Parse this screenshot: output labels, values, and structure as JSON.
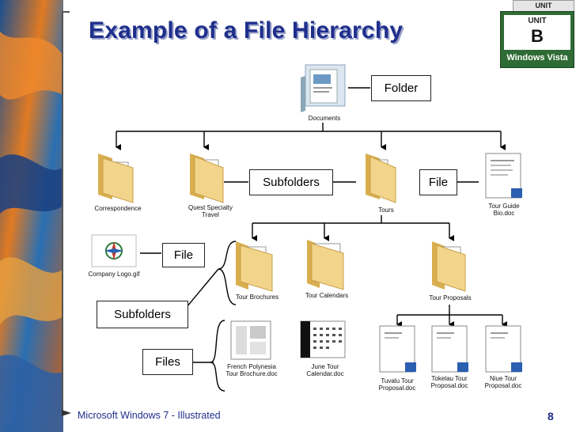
{
  "title": "Example of a File Hierarchy",
  "badge": {
    "top": "UNIT",
    "unit": "UNIT",
    "letter": "B",
    "brand": "Windows Vista"
  },
  "labels": {
    "folder": "Folder",
    "subfolders_top": "Subfolders",
    "file_top": "File",
    "file_mid": "File",
    "subfolders_bottom": "Subfolders",
    "files_bottom": "Files"
  },
  "items": {
    "documents": "Documents",
    "correspondence": "Correspondence",
    "quest_1": "Quest Specialty",
    "quest_2": "Travel",
    "tours": "Tours",
    "guide_1": "Tour Guide",
    "guide_2": "Bio.doc",
    "logo": "Company Logo.gif",
    "brochures": "Tour Brochures",
    "calendars": "Tour Calendars",
    "proposals": "Tour Proposals",
    "french_1": "French Polynesia",
    "french_2": "Tour Brochure.doc",
    "june_1": "June Tour",
    "june_2": "Calendar.doc",
    "tuvalu_1": "Tuvalu Tour",
    "tuvalu_2": "Proposal.doc",
    "tokelau_1": "Tokelau Tour",
    "tokelau_2": "Proposal.doc",
    "niue_1": "Niue Tour",
    "niue_2": "Proposal.doc"
  },
  "footer": {
    "text": "Microsoft Windows 7 - Illustrated",
    "page": "8"
  },
  "colors": {
    "title": "#1f2f8c",
    "folder": "#f2d58a",
    "folder_dark": "#d9ae4f",
    "line": "#000000"
  }
}
